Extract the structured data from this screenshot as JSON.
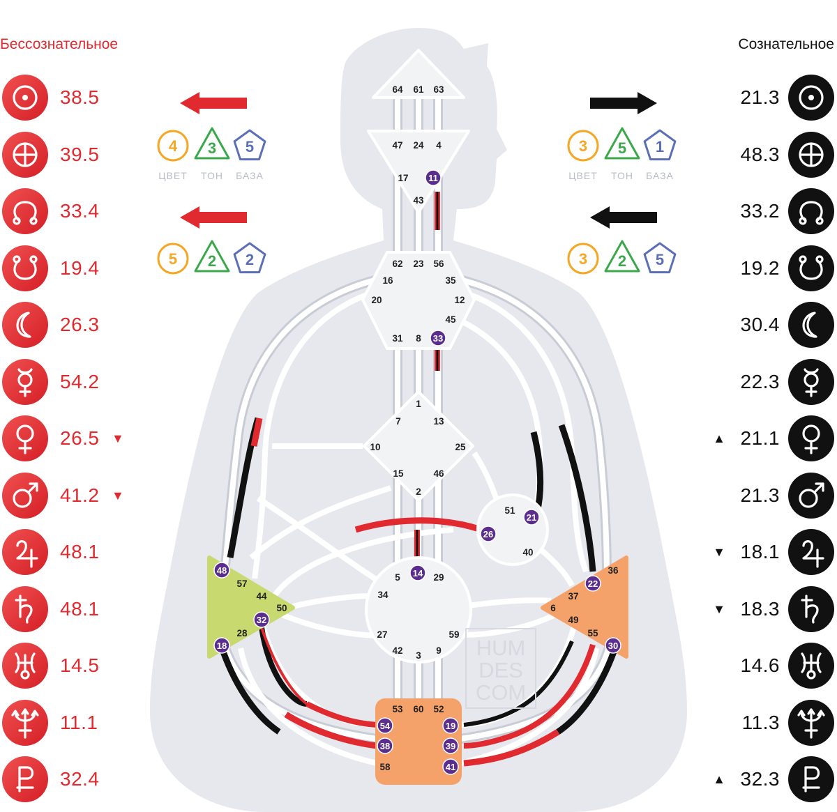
{
  "unconscious_title": "Бессознательное",
  "conscious_title": "Сознательное",
  "unconscious": [
    {
      "planet": "sun",
      "value": "38.5",
      "marker": ""
    },
    {
      "planet": "earth",
      "value": "39.5",
      "marker": ""
    },
    {
      "planet": "north-node",
      "value": "33.4",
      "marker": ""
    },
    {
      "planet": "south-node",
      "value": "19.4",
      "marker": ""
    },
    {
      "planet": "moon",
      "value": "26.3",
      "marker": ""
    },
    {
      "planet": "mercury",
      "value": "54.2",
      "marker": ""
    },
    {
      "planet": "venus",
      "value": "26.5",
      "marker": "▼"
    },
    {
      "planet": "mars",
      "value": "41.2",
      "marker": "▼"
    },
    {
      "planet": "jupiter",
      "value": "48.1",
      "marker": ""
    },
    {
      "planet": "saturn",
      "value": "48.1",
      "marker": ""
    },
    {
      "planet": "uranus",
      "value": "14.5",
      "marker": ""
    },
    {
      "planet": "neptune",
      "value": "11.1",
      "marker": ""
    },
    {
      "planet": "pluto",
      "value": "32.4",
      "marker": ""
    }
  ],
  "conscious": [
    {
      "planet": "sun",
      "value": "21.3",
      "marker": ""
    },
    {
      "planet": "earth",
      "value": "48.3",
      "marker": ""
    },
    {
      "planet": "north-node",
      "value": "33.2",
      "marker": ""
    },
    {
      "planet": "south-node",
      "value": "19.2",
      "marker": ""
    },
    {
      "planet": "moon",
      "value": "30.4",
      "marker": ""
    },
    {
      "planet": "mercury",
      "value": "22.3",
      "marker": ""
    },
    {
      "planet": "venus",
      "value": "21.1",
      "marker": "▲"
    },
    {
      "planet": "mars",
      "value": "21.3",
      "marker": ""
    },
    {
      "planet": "jupiter",
      "value": "18.1",
      "marker": "▼"
    },
    {
      "planet": "saturn",
      "value": "18.3",
      "marker": "▼"
    },
    {
      "planet": "uranus",
      "value": "14.6",
      "marker": ""
    },
    {
      "planet": "neptune",
      "value": "11.3",
      "marker": ""
    },
    {
      "planet": "pluto",
      "value": "32.3",
      "marker": "▲"
    }
  ],
  "variable_labels": [
    "ЦВЕТ",
    "ТОН",
    "БАЗА"
  ],
  "variables": {
    "unconscious_top": {
      "arrow": "left",
      "color": "4",
      "tone": "3",
      "base": "5"
    },
    "unconscious_bottom": {
      "arrow": "left",
      "color": "5",
      "tone": "2",
      "base": "2"
    },
    "conscious_top": {
      "arrow": "right",
      "color": "3",
      "tone": "5",
      "base": "1"
    },
    "conscious_bottom": {
      "arrow": "left",
      "color": "3",
      "tone": "2",
      "base": "5"
    }
  },
  "watermark": [
    "HUM",
    "DES",
    "COM"
  ],
  "colors": {
    "unconscious": "#e02a2f",
    "conscious": "#111111",
    "gate_active": "#5b2d8e",
    "center_defined_orange": "#f5a26a",
    "center_defined_green": "#c8d96f",
    "center_undefined": "#f2f3f5",
    "body_silhouette": "#e6e8ee",
    "channel_bg": "#c8ccd4",
    "color_var": "#f5a623",
    "tone_var": "#3aa84a",
    "base_var": "#5b6fb7"
  },
  "centers": {
    "head": {
      "defined": false,
      "gates": [
        {
          "n": "64"
        },
        {
          "n": "61"
        },
        {
          "n": "63"
        }
      ]
    },
    "ajna": {
      "defined": false,
      "gates": [
        {
          "n": "47"
        },
        {
          "n": "24"
        },
        {
          "n": "4"
        },
        {
          "n": "17"
        },
        {
          "n": "11",
          "active": true
        },
        {
          "n": "43"
        }
      ]
    },
    "throat": {
      "defined": false,
      "gates": [
        {
          "n": "62"
        },
        {
          "n": "23"
        },
        {
          "n": "56"
        },
        {
          "n": "16"
        },
        {
          "n": "35"
        },
        {
          "n": "20"
        },
        {
          "n": "12"
        },
        {
          "n": "45"
        },
        {
          "n": "31"
        },
        {
          "n": "8"
        },
        {
          "n": "33",
          "active": true
        }
      ]
    },
    "g": {
      "defined": false,
      "gates": [
        {
          "n": "1"
        },
        {
          "n": "7"
        },
        {
          "n": "13"
        },
        {
          "n": "10"
        },
        {
          "n": "25"
        },
        {
          "n": "15"
        },
        {
          "n": "46"
        },
        {
          "n": "2"
        }
      ]
    },
    "heart": {
      "defined": false,
      "gates": [
        {
          "n": "51"
        },
        {
          "n": "21",
          "active": true
        },
        {
          "n": "26",
          "active": true
        },
        {
          "n": "40"
        }
      ]
    },
    "sacral": {
      "defined": false,
      "gates": [
        {
          "n": "5"
        },
        {
          "n": "14",
          "active": true
        },
        {
          "n": "29"
        },
        {
          "n": "34"
        },
        {
          "n": "27"
        },
        {
          "n": "59"
        },
        {
          "n": "42"
        },
        {
          "n": "3"
        },
        {
          "n": "9"
        }
      ]
    },
    "spleen": {
      "defined": true,
      "gates": [
        {
          "n": "48",
          "active": true
        },
        {
          "n": "57"
        },
        {
          "n": "44"
        },
        {
          "n": "50"
        },
        {
          "n": "32",
          "active": true
        },
        {
          "n": "28"
        },
        {
          "n": "18",
          "active": true
        }
      ]
    },
    "solar_plexus": {
      "defined": true,
      "gates": [
        {
          "n": "36"
        },
        {
          "n": "22",
          "active": true
        },
        {
          "n": "37"
        },
        {
          "n": "6"
        },
        {
          "n": "49"
        },
        {
          "n": "55"
        },
        {
          "n": "30",
          "active": true
        }
      ]
    },
    "root": {
      "defined": true,
      "gates": [
        {
          "n": "53"
        },
        {
          "n": "60"
        },
        {
          "n": "52"
        },
        {
          "n": "54",
          "active": true
        },
        {
          "n": "19",
          "active": true
        },
        {
          "n": "38",
          "active": true
        },
        {
          "n": "39",
          "active": true
        },
        {
          "n": "58"
        },
        {
          "n": "41",
          "active": true
        }
      ]
    }
  }
}
